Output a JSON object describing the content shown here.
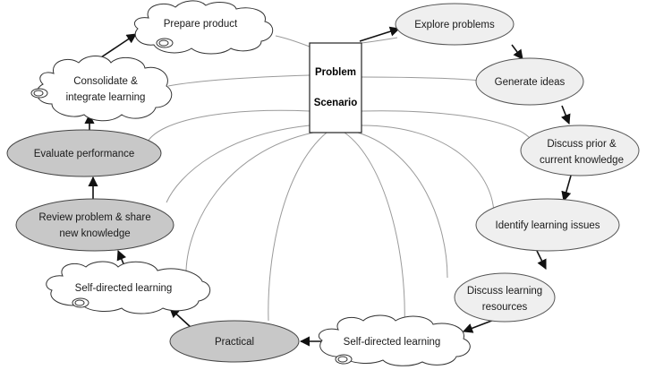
{
  "center": {
    "line1": "Problem",
    "line2": "Scenario"
  },
  "steps": {
    "explore_problems": [
      "Explore problems"
    ],
    "generate_ideas": [
      "Generate ideas"
    ],
    "discuss_prior": [
      "Discuss prior &",
      "current knowledge"
    ],
    "identify_issues": [
      "Identify learning issues"
    ],
    "discuss_resources": [
      "Discuss learning",
      "resources"
    ],
    "self_directed_bottom": [
      "Self-directed learning"
    ],
    "practical": [
      "Practical"
    ],
    "self_directed_left": [
      "Self-directed learning"
    ],
    "review_problem": [
      "Review problem & share",
      "new knowledge"
    ],
    "evaluate_performance": [
      "Evaluate performance"
    ],
    "consolidate": [
      "Consolidate &",
      "integrate learning"
    ],
    "prepare_product": [
      "Prepare product"
    ]
  },
  "colors": {
    "light_node": "#efefef",
    "dark_node": "#c8c8c8",
    "cloud_node": "#ffffff",
    "connector": "#9a9a9a",
    "arrow": "#111111"
  }
}
